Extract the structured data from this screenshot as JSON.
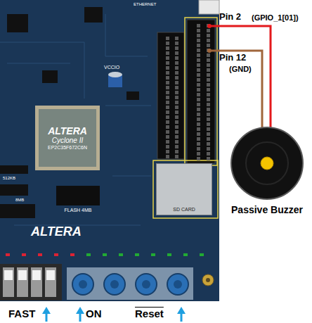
{
  "diagram": {
    "nodes": [
      {
        "text": [
          "ALTERA",
          "Cyclone II",
          "EP2C35F672C6N"
        ]
      },
      {
        "text": [
          "SD CARD"
        ]
      },
      {
        "text": [
          "FLASH 4MB"
        ]
      },
      {
        "text": [
          "Passive Buzzer"
        ]
      }
    ],
    "labels": [
      "Pin 2",
      "(GPIO_1[01])",
      "Pin 12",
      "(GND)",
      "ETHERNET",
      "VCCIO",
      "512KB",
      "8MB",
      "ALTERA",
      "FAST",
      "ON",
      "Reset"
    ]
  }
}
